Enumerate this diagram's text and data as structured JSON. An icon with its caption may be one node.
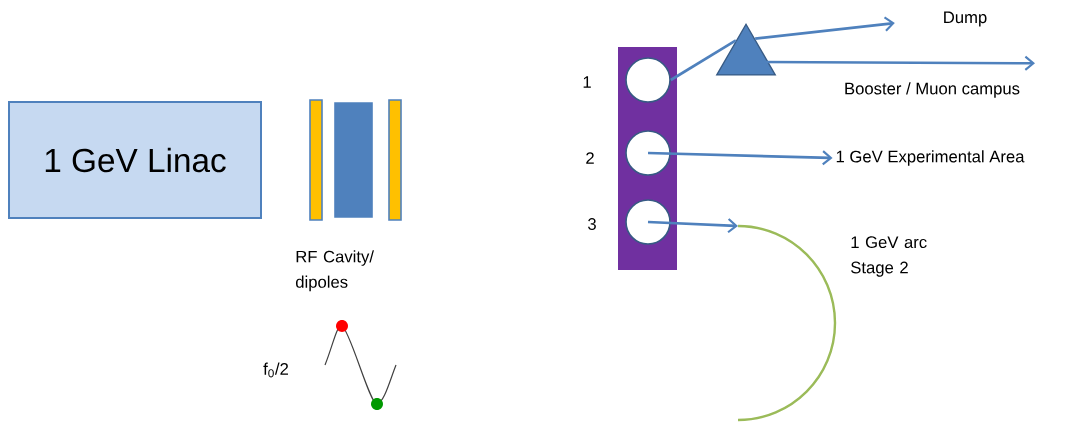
{
  "diagram": {
    "nodes": [
      {
        "text": [
          "1 GeV Linac"
        ]
      },
      {
        "text": [],
        "shape": "bar"
      },
      {
        "text": [],
        "shape": "circle",
        "in": 1
      },
      {
        "text": [],
        "shape": "circle",
        "in": 1
      },
      {
        "text": [],
        "shape": "circle",
        "in": 1
      },
      {
        "text": [],
        "shape": "triangle"
      },
      {
        "text": [
          "Dump"
        ]
      },
      {
        "text": [
          "Booster / Muon campus"
        ]
      },
      {
        "text": [
          "1 GeV Experimental Area"
        ]
      },
      {
        "text": [],
        "shape": "arc",
        "beside": [
          "1 GeV arc Stage 2"
        ]
      }
    ],
    "edges": [
      {
        "from": 2,
        "to": 5,
        "arrow": "none"
      },
      {
        "from": 5,
        "to": 6,
        "arrow": "to"
      },
      {
        "from": 5,
        "to": 7,
        "arrow": "to"
      },
      {
        "from": 3,
        "to": 8,
        "arrow": "to"
      },
      {
        "from": 4,
        "to": 9,
        "arrow": "to"
      }
    ],
    "labels": [
      "RF Cavity/ dipoles",
      "f$_{0}$/2",
      "1",
      "2",
      "3"
    ]
  }
}
